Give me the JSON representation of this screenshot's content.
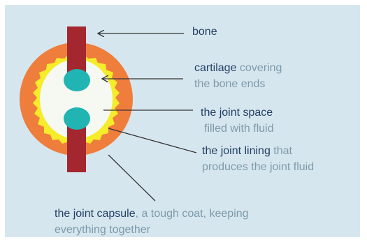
{
  "colors": {
    "background": "#d6e6ee",
    "capsule": "#ef7d3c",
    "lining": "#f5ec2a",
    "cavity": "#f6f8f2",
    "bone": "#a4262e",
    "cartilage": "#20b4b2",
    "term_text": "#223f66",
    "description_text": "#7d9aab",
    "pointer": "#333333"
  },
  "labels": {
    "bone": {
      "term": "bone"
    },
    "cartilage": {
      "term": "cartilage",
      "rest": " covering",
      "line2": "the bone ends"
    },
    "joint_space": {
      "term": "the joint space",
      "line2": "filled with fluid"
    },
    "joint_lining": {
      "term": "the joint lining",
      "rest": " that",
      "line2": "produces  the joint fluid"
    },
    "joint_capsule": {
      "term": "the joint capsule",
      "rest": ", a tough coat, keeping",
      "line2": "everything together"
    }
  }
}
